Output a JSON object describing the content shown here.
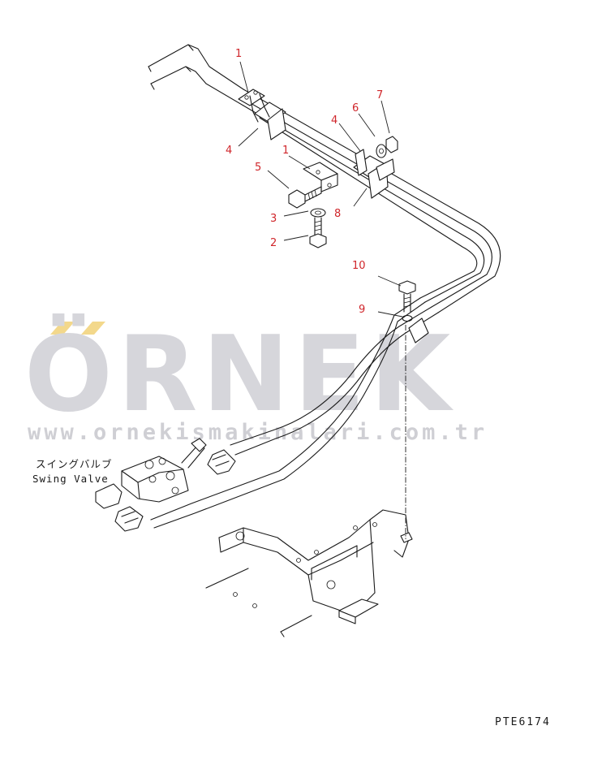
{
  "watermark": {
    "brand": "ÖRNEK",
    "url": "www.ornekismakinalari.com.tr"
  },
  "callouts": [
    "1",
    "4",
    "7",
    "6",
    "4",
    "1",
    "5",
    "3",
    "8",
    "2",
    "10",
    "9"
  ],
  "valve_label": {
    "japanese": "スイングバルブ",
    "english": "Swing Valve"
  },
  "drawing_code": "PTE6174",
  "colors": {
    "callout": "#d0262b",
    "watermark": "#d6d6db",
    "watermark_accent": "#f3d88b"
  }
}
